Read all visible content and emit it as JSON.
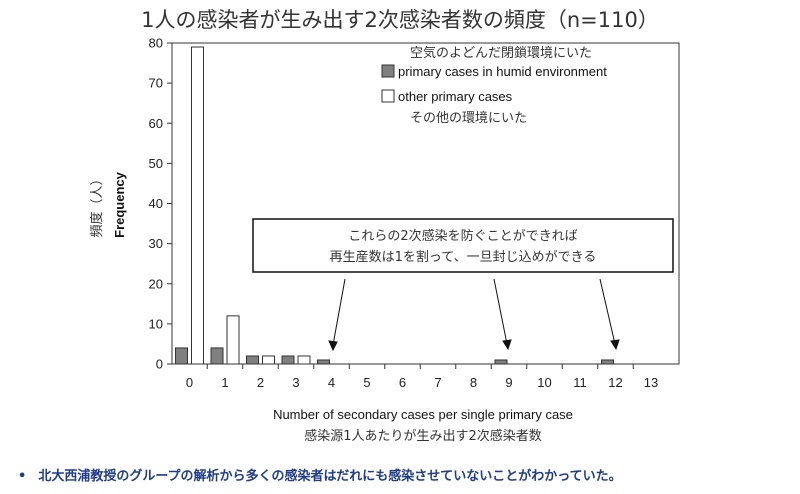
{
  "title": "1人の感染者が生み出す2次感染者数の頻度（n=110）",
  "chart_data": {
    "type": "bar",
    "categories": [
      "0",
      "1",
      "2",
      "3",
      "4",
      "5",
      "6",
      "7",
      "8",
      "9",
      "10",
      "11",
      "12",
      "13"
    ],
    "series": [
      {
        "name": "primary cases in humid environment",
        "name_ja": "空気のよどんだ閉鎖環境にいた",
        "color": "#808080",
        "values": [
          4,
          4,
          2,
          2,
          1,
          0,
          0,
          0,
          0,
          1,
          0,
          0,
          1,
          0
        ]
      },
      {
        "name": "other primary cases",
        "name_ja": "その他の環境にいた",
        "color": "#ffffff",
        "values": [
          79,
          12,
          2,
          2,
          0,
          0,
          0,
          0,
          0,
          0,
          0,
          0,
          0,
          0
        ]
      }
    ],
    "ylim": [
      0,
      80
    ],
    "yticks": [
      "0",
      "10",
      "20",
      "30",
      "40",
      "50",
      "60",
      "70",
      "80"
    ],
    "xlabel": "Number of secondary cases per single primary case",
    "xlabel_ja": "感染源1人あたりが生み出す2次感染者数",
    "ylabel": "Frequency",
    "ylabel_ja": "頻度（人）",
    "grid": false,
    "legend": "top-right"
  },
  "callout": {
    "line1": "これらの2次感染を防ぐことができれば",
    "line2": "再生産数は1を割って、一旦封じ込めができる"
  },
  "footer": {
    "bullet": "•",
    "text": "北大西浦教授のグループの解析から多くの感染者はだれにも感染させていないことがわかっていた。"
  }
}
